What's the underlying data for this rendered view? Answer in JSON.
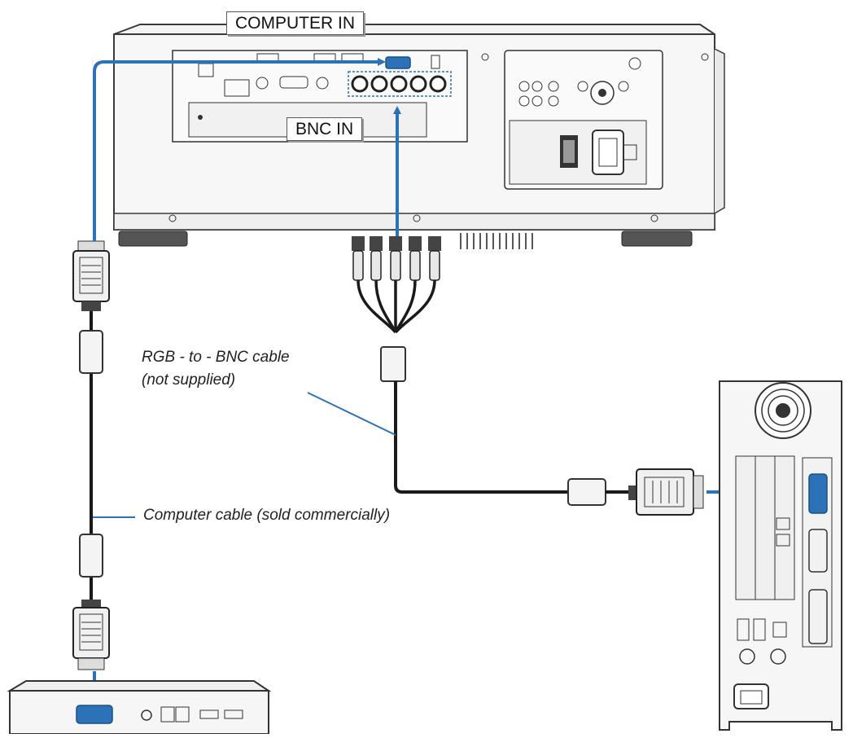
{
  "labels": {
    "computer_in": "COMPUTER IN",
    "bnc_in": "BNC IN",
    "rgb_bnc_cable_line1": "RGB - to - BNC cable",
    "rgb_bnc_cable_line2": "(not supplied)",
    "computer_cable": "Computer cable (sold commercially)"
  },
  "colors": {
    "signal_arrow": "#2b72b8",
    "cable": "#1a1a1a",
    "device_outline": "#3a3a3a",
    "device_fill": "#f4f4f4"
  },
  "icons": [
    "projector-icon",
    "laptop-icon",
    "desktop-pc-icon",
    "vga-connector-icon",
    "bnc-connector-icon",
    "ferrite-core-icon"
  ]
}
